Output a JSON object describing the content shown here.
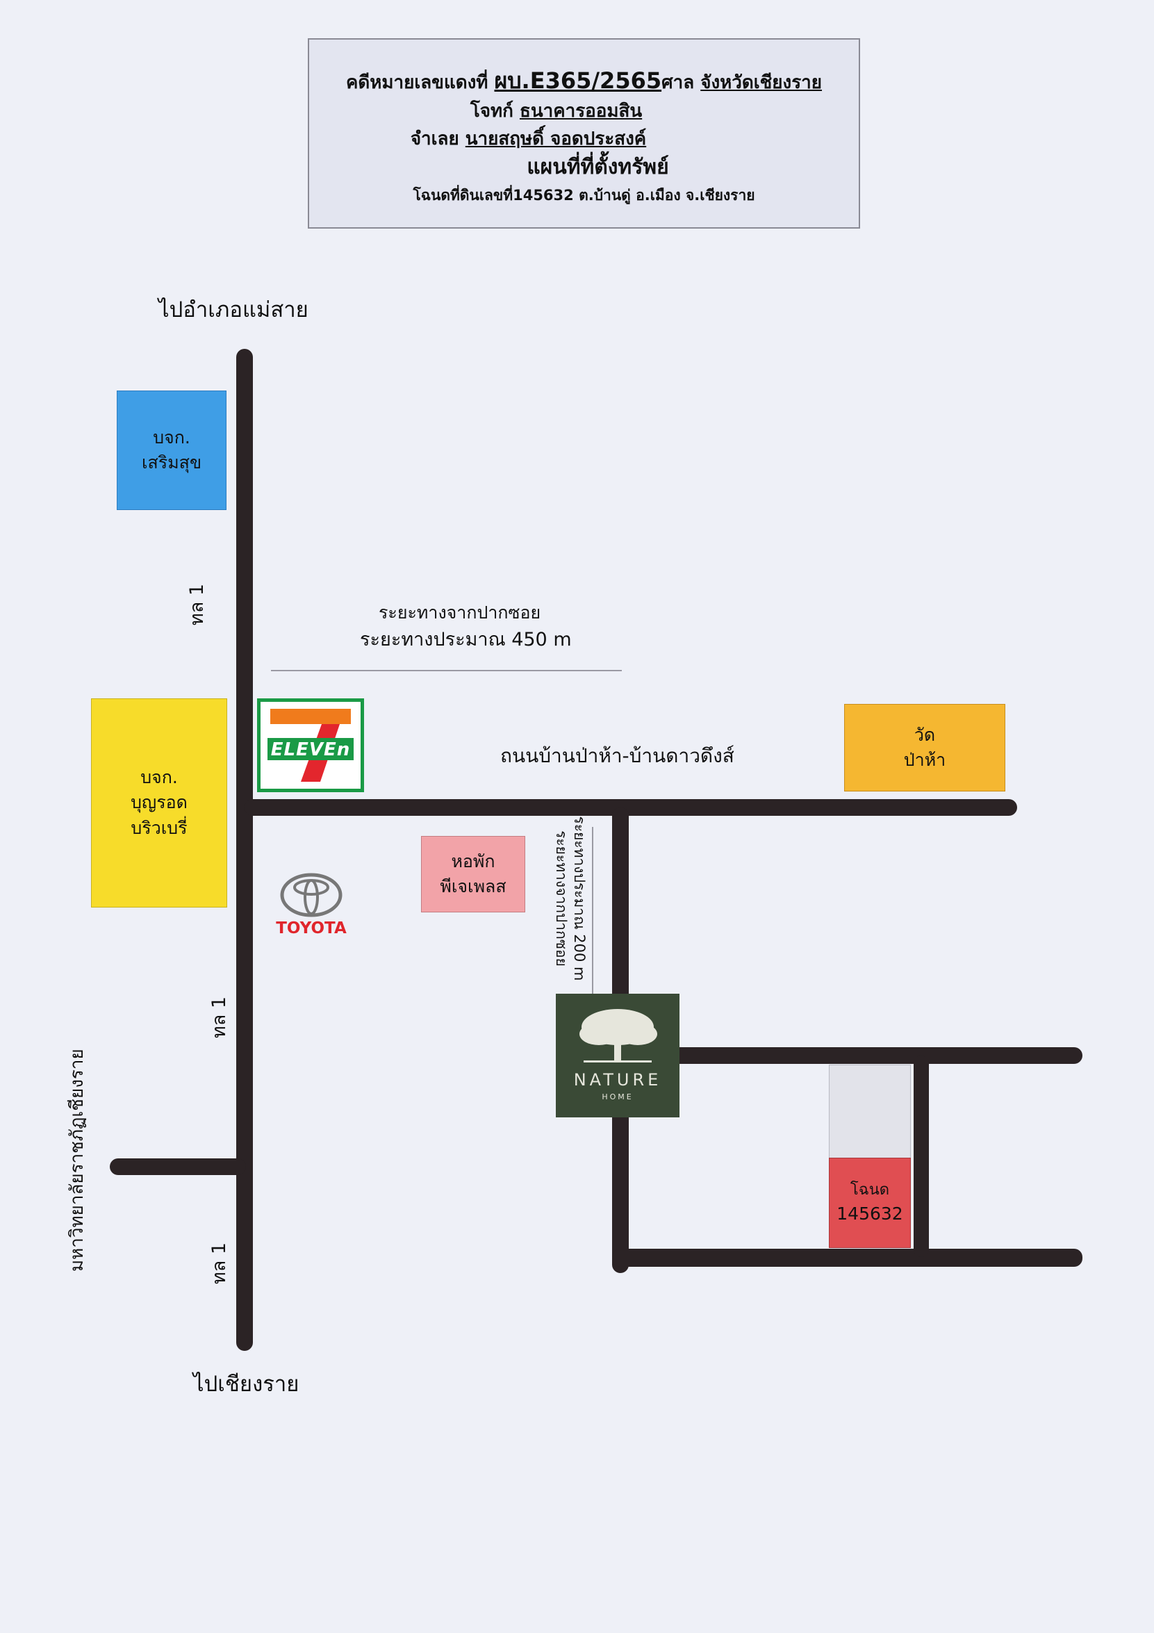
{
  "header": {
    "line1_prefix": "คดีหมายเลขแดงที่ ",
    "line1_case": "ผบ.E365/2565",
    "line1_mid": "ศาล ",
    "line1_court": "จังหวัดเชียงราย",
    "line2_prefix": "โจทก์ ",
    "line2_plaintiff": "ธนาคารออมสิน",
    "line3_prefix": "จำเลย ",
    "line3_defendant": "นายสฤษดิ์ จอดประสงค์",
    "line4_title": "แผนที่ที่ตั้งทรัพย์",
    "line5_deed": "โฉนดที่ดินเลขที่145632 ต.บ้านดู่ อ.เมือง จ.เชียงราย"
  },
  "labels": {
    "to_mae_sai": "ไปอำเภอแม่สาย",
    "to_chiang_rai": "ไปเชียงราย",
    "highway_top": "ทล 1",
    "highway_mid": "ทล 1",
    "highway_bottom": "ทล 1",
    "university": "มหาวิทยาลัยราชภัฏเชียงราย",
    "distance_top_1": "ระยะทางจากปากซอย",
    "distance_top_2": "ระยะทางประมาณ 450 m",
    "road_name": "ถนนบ้านป่าห้า-บ้านดาวดึงส์",
    "distance_side_1": "ระยะทางจากปากซอย",
    "distance_side_2": "ระยะทางประมาณ 200 m"
  },
  "places": {
    "sermsuk": [
      "บจก.",
      "เสริมสุข"
    ],
    "boonrod": [
      "บจก.",
      "บุญรอด",
      "บริวเบรี่"
    ],
    "temple": [
      "วัด",
      "ป่าห้า"
    ],
    "dorm": [
      "หอพัก",
      "พีเจเพลส"
    ],
    "deed": [
      "โฉนด",
      "145632"
    ]
  },
  "logos": {
    "seven_eleven": "ELEVEn",
    "toyota": "TOYOTA",
    "nature": "NATURE",
    "nature_sub": "HOME"
  },
  "colors": {
    "road": "#2b2325",
    "sermsuk": "#3f9ee6",
    "boonrod": "#f7dc2a",
    "temple": "#f5b731",
    "dorm": "#f2a3a8",
    "deed": "#e04e52",
    "plot": "#e2e3ea",
    "nature_bg": "#3a4a36",
    "seven_green": "#1a9a46",
    "seven_orange": "#f07b1c",
    "seven_red": "#e3262d",
    "toyota_red": "#e0262c"
  }
}
